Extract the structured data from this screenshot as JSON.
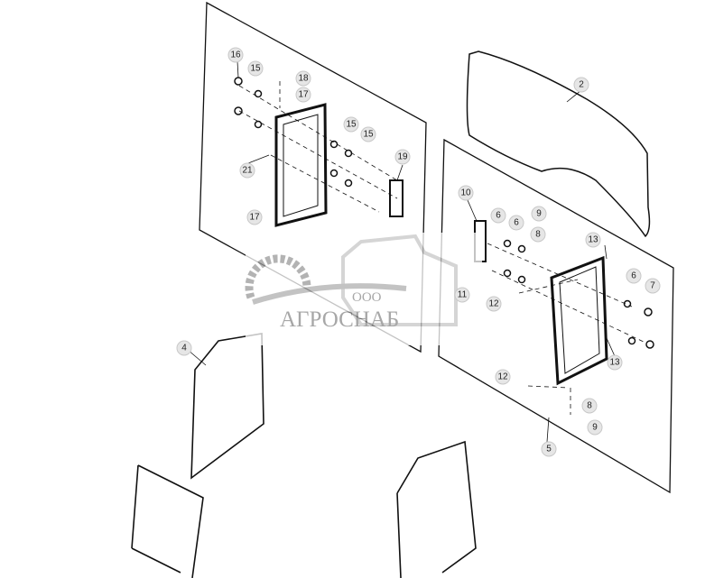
{
  "diagram": {
    "callouts": [
      "16",
      "15",
      "18",
      "17",
      "15",
      "15",
      "19",
      "21",
      "17",
      "2",
      "10",
      "6",
      "6",
      "9",
      "8",
      "13",
      "11",
      "12",
      "6",
      "7",
      "13",
      "12",
      "8",
      "9",
      "5",
      "4"
    ],
    "watermark": {
      "prefix": "ООО",
      "name": "АГРОСНАБ"
    },
    "colors": {
      "line": "#111111",
      "callout_fill": "#e6e6e6",
      "watermark": "#8a8a8a"
    }
  }
}
